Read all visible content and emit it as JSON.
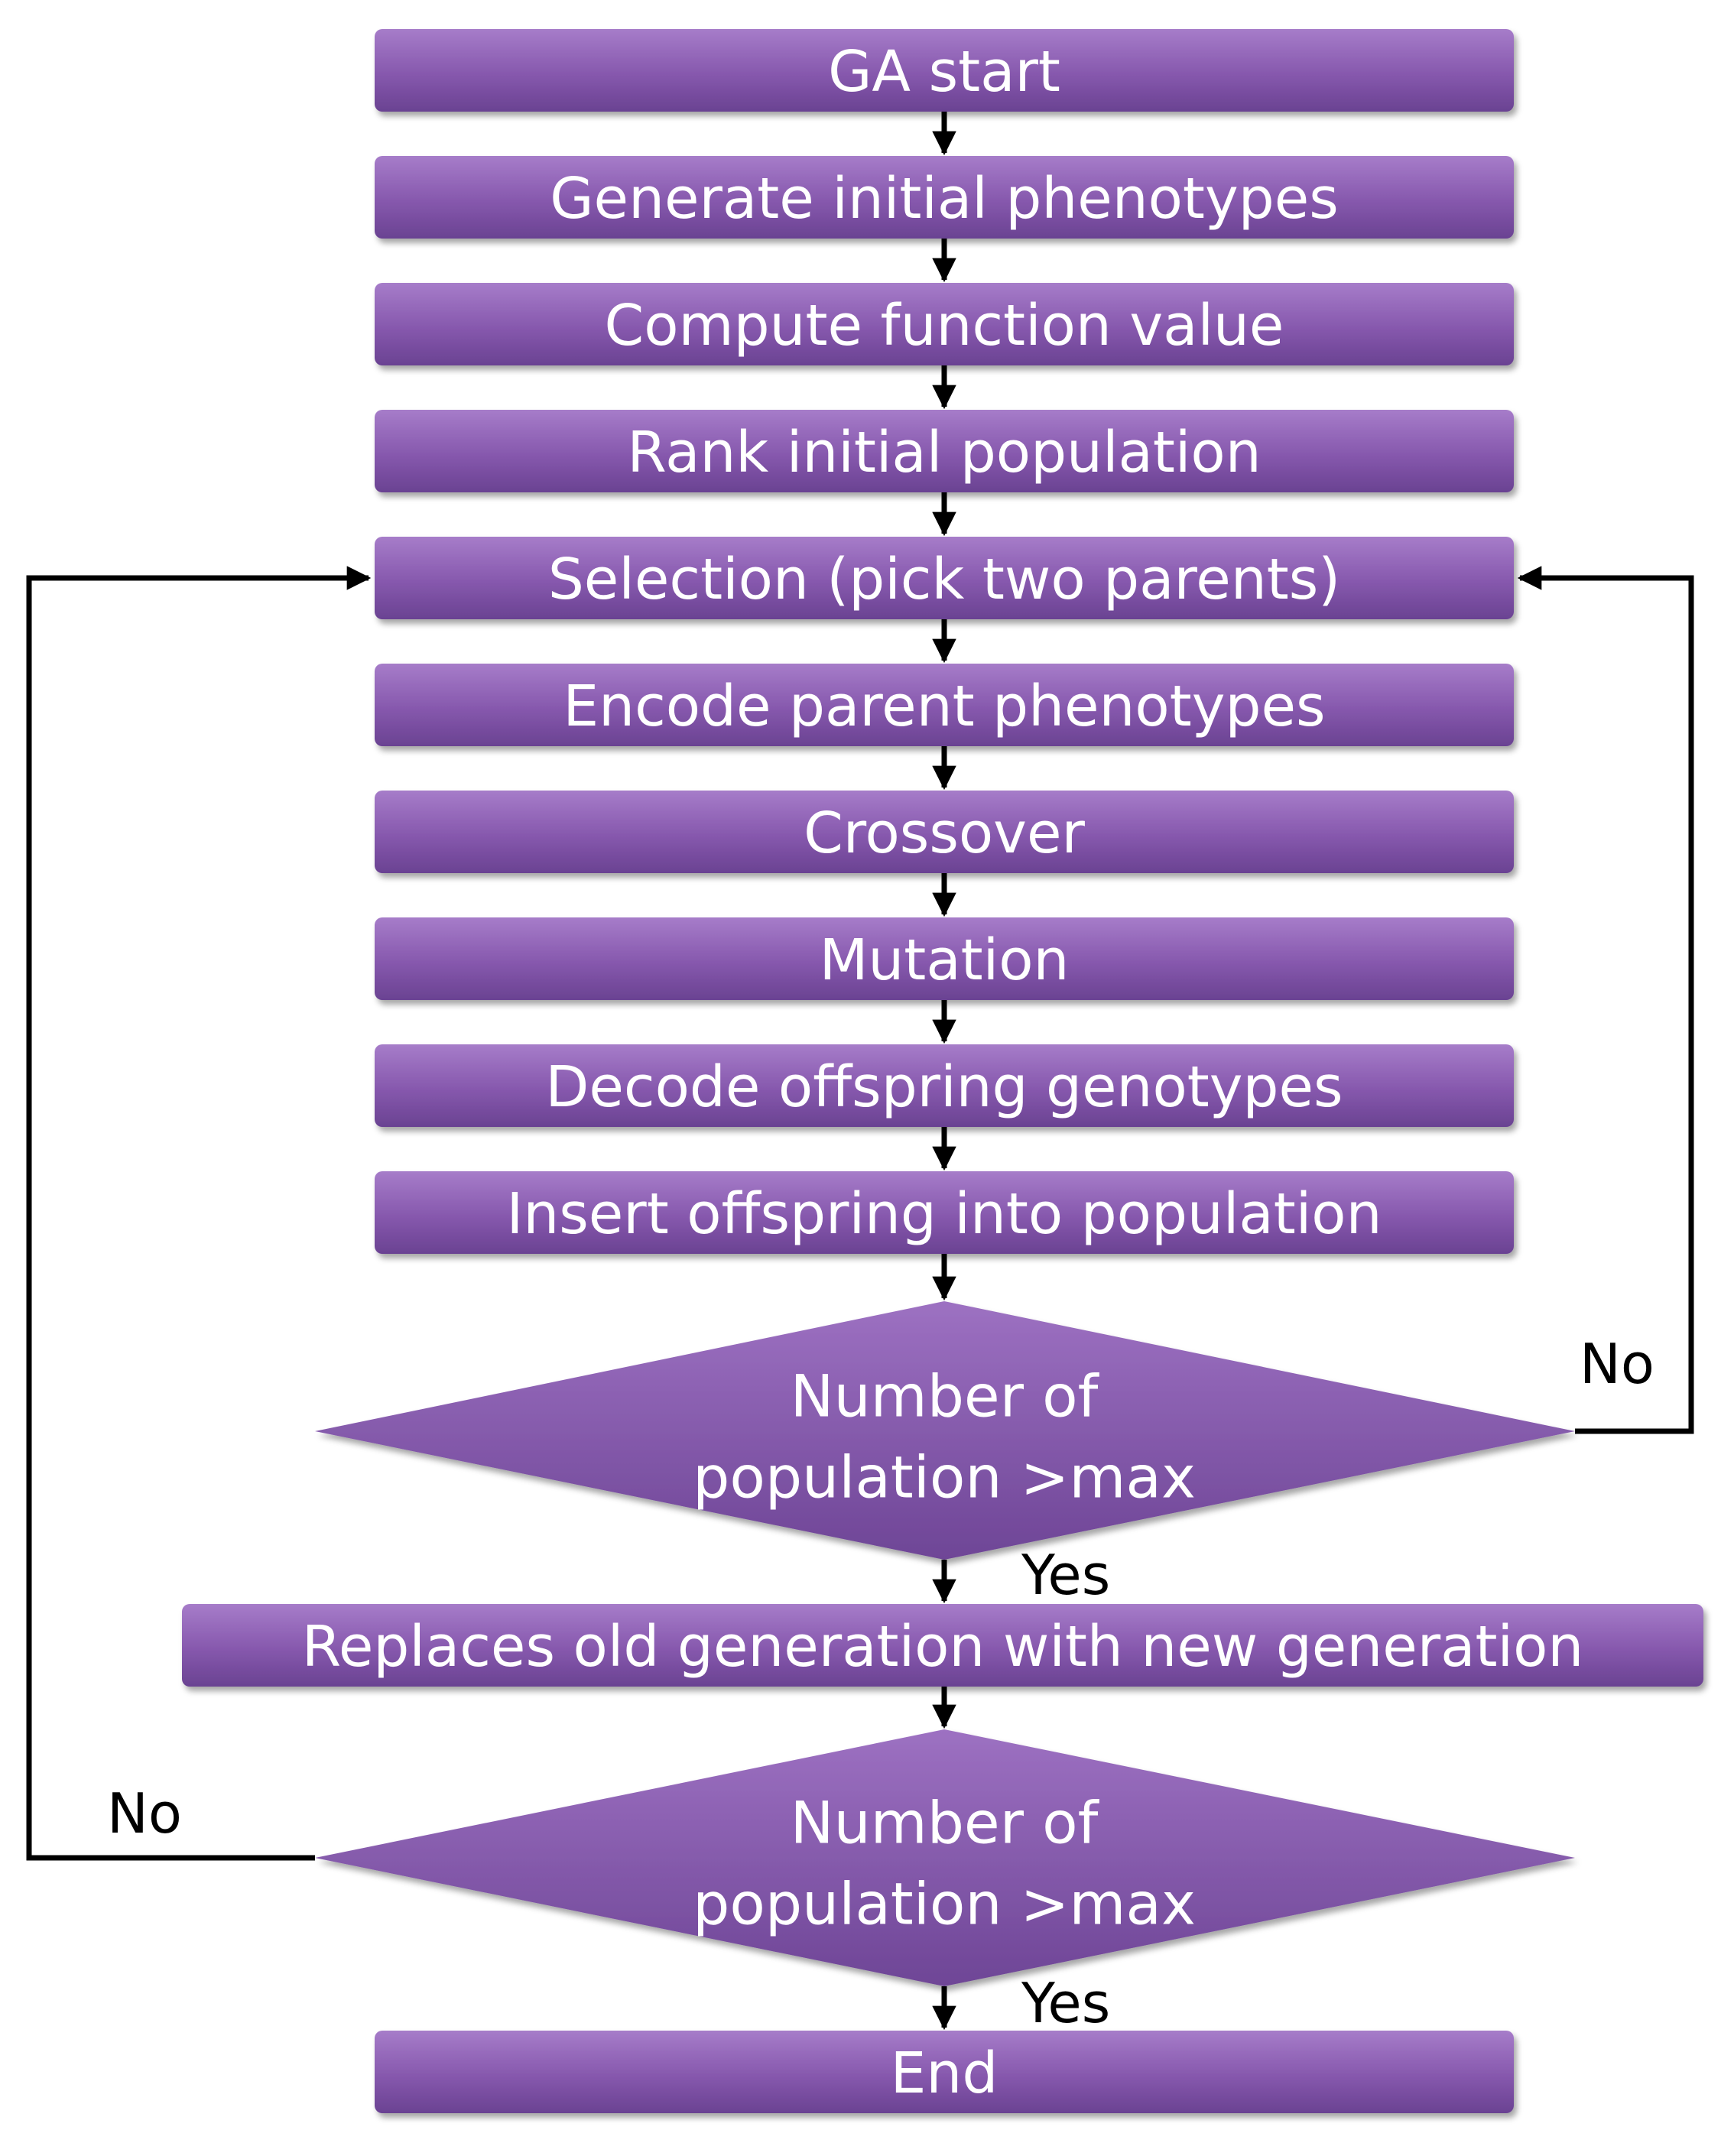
{
  "steps": {
    "ga_start": "GA start",
    "generate": "Generate initial phenotypes",
    "compute": "Compute function value",
    "rank": "Rank initial population",
    "selection": "Selection (pick two parents)",
    "encode": "Encode parent phenotypes",
    "crossover": "Crossover",
    "mutation": "Mutation",
    "decode": "Decode offspring genotypes",
    "insert": "Insert offspring into population",
    "replace": "Replaces old generation with new generation",
    "end": "End"
  },
  "decision1": {
    "line1": "Number of",
    "line2": "population >max",
    "no": "No",
    "yes": "Yes"
  },
  "decision2": {
    "line1": "Number of",
    "line2": "population >max",
    "no": "No",
    "yes": "Yes"
  },
  "colors": {
    "box_fill": "#8e5cb5",
    "box_dark": "#5e3a86",
    "arrow": "#000000",
    "text": "#ffffff"
  }
}
